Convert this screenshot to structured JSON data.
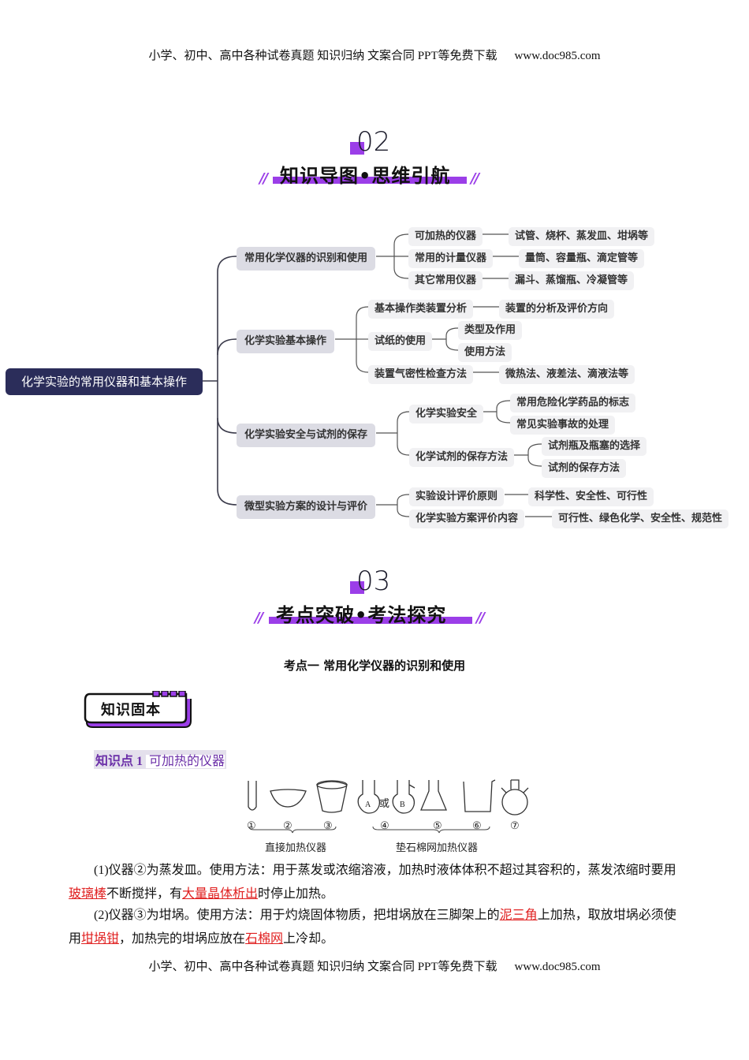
{
  "header": {
    "text": "小学、初中、高中各种试卷真题  知识归纳  文案合同  PPT等免费下载",
    "url": "www.doc985.com"
  },
  "footer": {
    "text": "小学、初中、高中各种试卷真题  知识归纳  文案合同  PPT等免费下载",
    "url": "www.doc985.com"
  },
  "section02": {
    "number": "02",
    "title": "知识导图•思维引航",
    "slashes": "//"
  },
  "mindmap": {
    "root": "化学实验的常用仪器和基本操作",
    "branches": [
      {
        "label": "常用化学仪器的识别和使用",
        "children": [
          {
            "label": "可加热的仪器",
            "leaf": "试管、烧杯、蒸发皿、坩埚等"
          },
          {
            "label": "常用的计量仪器",
            "leaf": "量筒、容量瓶、滴定管等"
          },
          {
            "label": "其它常用仪器",
            "leaf": "漏斗、蒸馏瓶、冷凝管等"
          }
        ]
      },
      {
        "label": "化学实验基本操作",
        "children": [
          {
            "label": "基本操作类装置分析",
            "leaf": "装置的分析及评价方向"
          },
          {
            "label": "试纸的使用",
            "subs": [
              "类型及作用",
              "使用方法"
            ]
          },
          {
            "label": "装置气密性检查方法",
            "leaf": "微热法、液差法、滴液法等"
          }
        ]
      },
      {
        "label": "化学实验安全与试剂的保存",
        "children": [
          {
            "label": "化学实验安全",
            "subs": [
              "常用危险化学药品的标志",
              "常见实验事故的处理"
            ]
          },
          {
            "label": "化学试剂的保存方法",
            "subs": [
              "试剂瓶及瓶塞的选择",
              "试剂的保存方法"
            ]
          }
        ]
      },
      {
        "label": "微型实验方案的设计与评价",
        "children": [
          {
            "label": "实验设计评价原则",
            "leaf": "科学性、安全性、可行性"
          },
          {
            "label": "化学实验方案评价内容",
            "leaf": "可行性、绿色化学、安全性、规范性"
          }
        ]
      }
    ]
  },
  "section03": {
    "number": "03",
    "title": "考点突破•考法探究",
    "slashes": "//"
  },
  "kaodian": {
    "title": "考点一    常用化学仪器的识别和使用"
  },
  "badge": {
    "label": "知识固本"
  },
  "knowledge_point": {
    "prefix": "知识点 1",
    "title": "可加热的仪器"
  },
  "figure": {
    "numbers": [
      "①",
      "②",
      "③",
      "④",
      "⑤",
      "⑥",
      "⑦"
    ],
    "or": "或",
    "flaskA": "A",
    "flaskB": "B",
    "caption_direct": "直接加热仪器",
    "caption_gauze": "垫石棉网加热仪器"
  },
  "paragraphs": {
    "p1": {
      "a": "(1)仪器②为蒸发皿。使用方法：用于蒸发或浓缩溶液，加热时液体体积不超过其容积的，蒸发浓缩时要用",
      "r1": "玻璃棒",
      "b": "不断搅拌，有",
      "r2": "大量晶体析出",
      "c": "时停止加热。"
    },
    "p2": {
      "a": "(2)仪器③为坩埚。使用方法：用于灼烧固体物质，把坩埚放在三脚架上的",
      "r1": "泥三角",
      "b": "上加热，取放坩埚必须使用",
      "r2": "坩埚钳",
      "c": "，加热完的坩埚应放在",
      "r3": "石棉网",
      "d": "上冷却。"
    }
  },
  "colors": {
    "accent": "#9b3ee8",
    "root_bg": "#2b2d5a",
    "l1_bg": "#dcdce4",
    "node_bg": "#f1f1f3",
    "answer_red": "#e02020"
  }
}
